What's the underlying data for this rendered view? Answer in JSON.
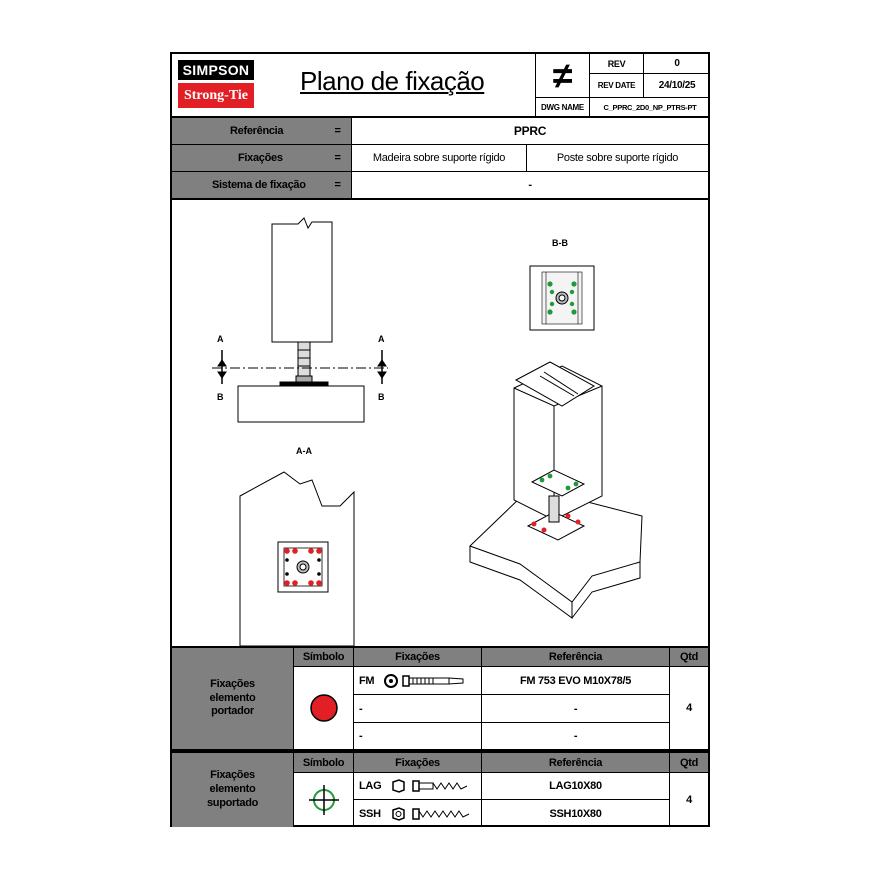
{
  "brand": {
    "line1": "SIMPSON",
    "line2": "Strong-Tie"
  },
  "title": "Plano de fixação",
  "header": {
    "symbol": "≠",
    "rev_label": "REV",
    "rev_value": "0",
    "rev_date_label": "REV DATE",
    "rev_date_value": "24/10/25",
    "dwg_name_label": "DWG NAME",
    "dwg_name_value": "C_PPRC_2D0_NP_PTRS-PT"
  },
  "info": {
    "referencia_label": "Referência",
    "referencia_value": "PPRC",
    "fixacoes_label": "Fixações",
    "fixacoes_value_1": "Madeira sobre suporte rígido",
    "fixacoes_value_2": "Poste sobre suporte rígido",
    "sistema_label": "Sistema de fixação",
    "sistema_value": "-",
    "equals": "="
  },
  "drawing": {
    "section_a": "A",
    "section_b": "B",
    "view_bb": "B-B",
    "view_aa": "A-A"
  },
  "colors": {
    "red_dot": "#e31f26",
    "green_dot": "#1f9a3a",
    "grey_header": "#808080"
  },
  "fix_portador": {
    "group_label": "Fixações elemento portador",
    "headers": {
      "simbolo": "Símbolo",
      "fixacoes": "Fixações",
      "referencia": "Referência",
      "qtd": "Qtd"
    },
    "symbol_icon": "red-circle",
    "rows": [
      {
        "code": "FM",
        "referencia": "FM 753 EVO M10X78/5"
      },
      {
        "code": "-",
        "referencia": "-"
      },
      {
        "code": "-",
        "referencia": "-"
      }
    ],
    "qtd": "4"
  },
  "fix_suportado": {
    "group_label": "Fixações elemento suportado",
    "headers": {
      "simbolo": "Símbolo",
      "fixacoes": "Fixações",
      "referencia": "Referência",
      "qtd": "Qtd"
    },
    "symbol_icon": "green-crosshair",
    "rows": [
      {
        "code": "LAG",
        "referencia": "LAG10X80"
      },
      {
        "code": "SSH",
        "referencia": "SSH10X80"
      }
    ],
    "qtd": "4"
  }
}
